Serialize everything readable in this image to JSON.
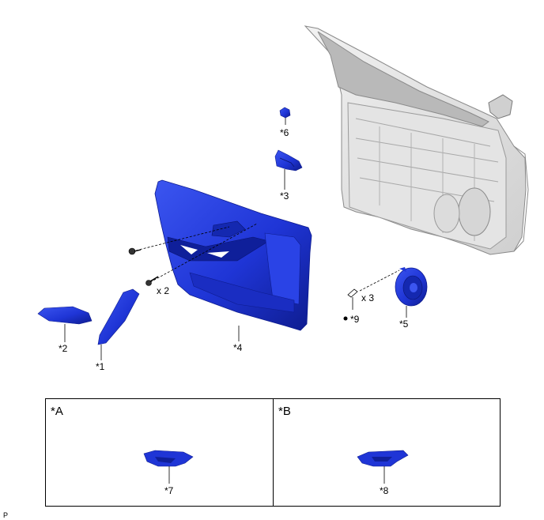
{
  "parts": {
    "p1": "*1",
    "p2": "*2",
    "p3": "*3",
    "p4": "*4",
    "p5": "*5",
    "p6": "*6",
    "p9": "*9",
    "p7": "*7",
    "p8": "*8"
  },
  "quantities": {
    "clip_qty": "x 2",
    "screw_qty": "x 3"
  },
  "insets": {
    "a_label": "*A",
    "b_label": "*B"
  },
  "footer": {
    "code": "P"
  },
  "colors": {
    "part_blue": "#1f35d6",
    "part_blue_dark": "#0f1f9a",
    "part_blue_light": "#4a63f2",
    "frame_gray": "#e6e6e6",
    "frame_line": "#8a8a8a"
  }
}
